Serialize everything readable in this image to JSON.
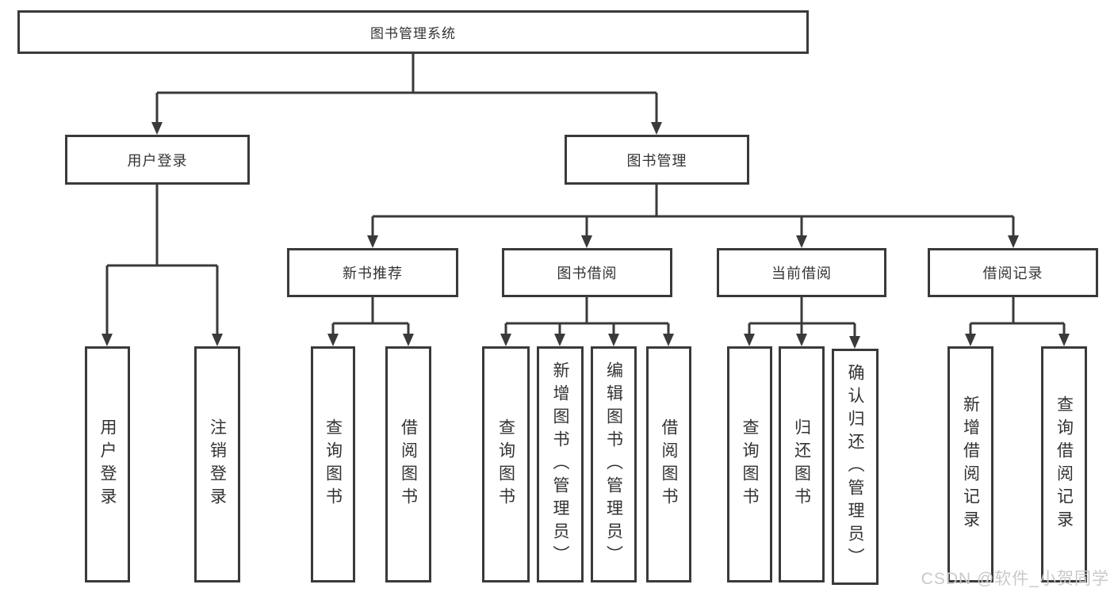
{
  "tree": {
    "label": "图书管理系统",
    "children": [
      {
        "label": "用户登录",
        "children": [
          {
            "label": "用户登录"
          },
          {
            "label": "注销登录"
          }
        ]
      },
      {
        "label": "图书管理",
        "children": [
          {
            "label": "新书推荐",
            "children": [
              {
                "label": "查询图书"
              },
              {
                "label": "借阅图书"
              }
            ]
          },
          {
            "label": "图书借阅",
            "children": [
              {
                "label": "查询图书"
              },
              {
                "label": "新增图书（管理员）"
              },
              {
                "label": "编辑图书（管理员）"
              },
              {
                "label": "借阅图书"
              }
            ]
          },
          {
            "label": "当前借阅",
            "children": [
              {
                "label": "查询图书"
              },
              {
                "label": "归还图书"
              },
              {
                "label": "确认归还（管理员）"
              }
            ]
          },
          {
            "label": "借阅记录",
            "children": [
              {
                "label": "新增借阅记录"
              },
              {
                "label": "查询借阅记录"
              }
            ]
          }
        ]
      }
    ]
  },
  "watermark": {
    "text": "CSDN @软件_小贺同学"
  },
  "colors": {
    "line": "#3a3a3a",
    "text": "#333333",
    "watermark": "#c9c9c9",
    "bg": "#ffffff"
  }
}
